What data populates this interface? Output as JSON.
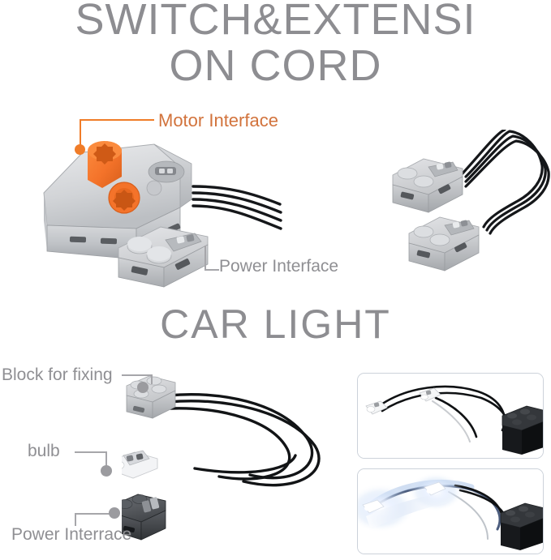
{
  "headings": {
    "main_line1": "SWITCH&EXTENSI",
    "main_line2": "ON CORD",
    "car_light": "CAR LIGHT"
  },
  "labels": {
    "motor_interface": "Motor Interface",
    "power_interface_top": "Power Interface",
    "block_for_fixing": "Block for fixing",
    "bulb": "bulb",
    "power_interface_bottom": "Power Interrace"
  },
  "colors": {
    "heading_gray": "#8d8d91",
    "label_gray": "#8f8f93",
    "label_orange": "#d2733c",
    "leader_orange": "#f07c28",
    "leader_gray": "#a6a6aa",
    "lego_gray": "#c3c5c8",
    "lego_orange": "#f4732a",
    "cable_black": "#111214",
    "inset_border": "#ccd2da",
    "background": "#ffffff"
  },
  "sections": {
    "switch_extension": {
      "parts": [
        "switch-body",
        "switch-lever",
        "axle-hole",
        "power-connector-brick",
        "ribbon-cable"
      ]
    },
    "extension_cord": {
      "parts": [
        "connector-brick-a",
        "connector-brick-b",
        "looping-ribbon-cable"
      ]
    },
    "car_light": {
      "parts": [
        "fixing-block",
        "bulb-element",
        "power-connector",
        "light-wires"
      ]
    }
  },
  "insets": {
    "light_off": {
      "name": "car-light-off",
      "contents": [
        "car-light-wires",
        "battery-box"
      ]
    },
    "light_on": {
      "name": "car-light-illuminated",
      "contents": [
        "car-light-wires",
        "glowing-bulbs",
        "battery-box"
      ]
    }
  }
}
